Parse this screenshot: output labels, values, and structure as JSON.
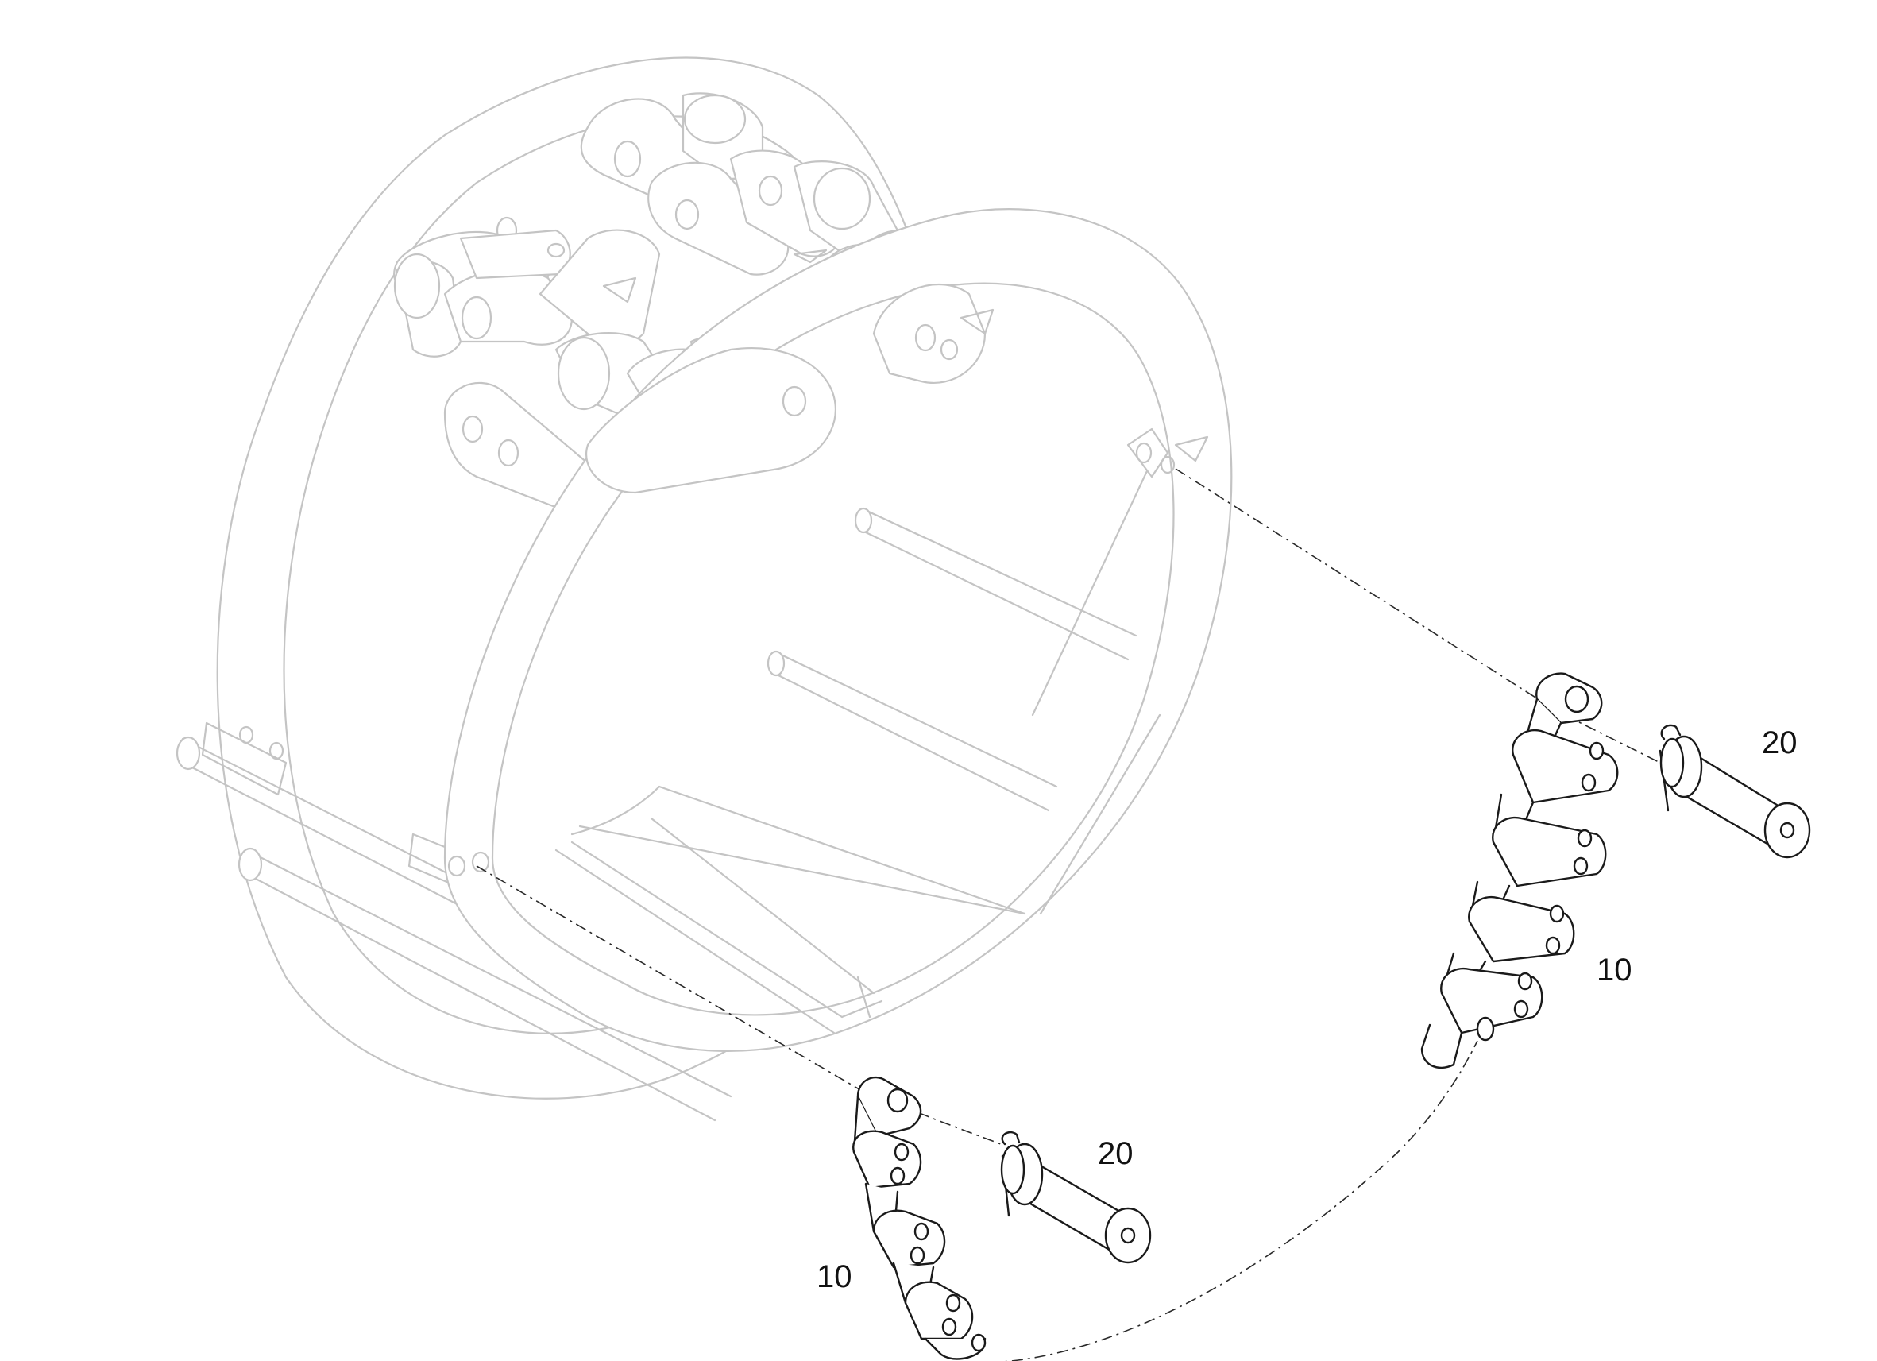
{
  "callouts": {
    "chain_lower": "10",
    "pin_lower": "20",
    "chain_upper": "10",
    "pin_upper": "20"
  },
  "colors": {
    "background": "#ffffff",
    "context_lines": "#c4c4c4",
    "part_lines": "#1a1a1a"
  },
  "icons": {
    "drum": "drum-assembly-drawing",
    "chain": "chain-segment-drawing",
    "pin": "pin-with-clip-drawing"
  }
}
